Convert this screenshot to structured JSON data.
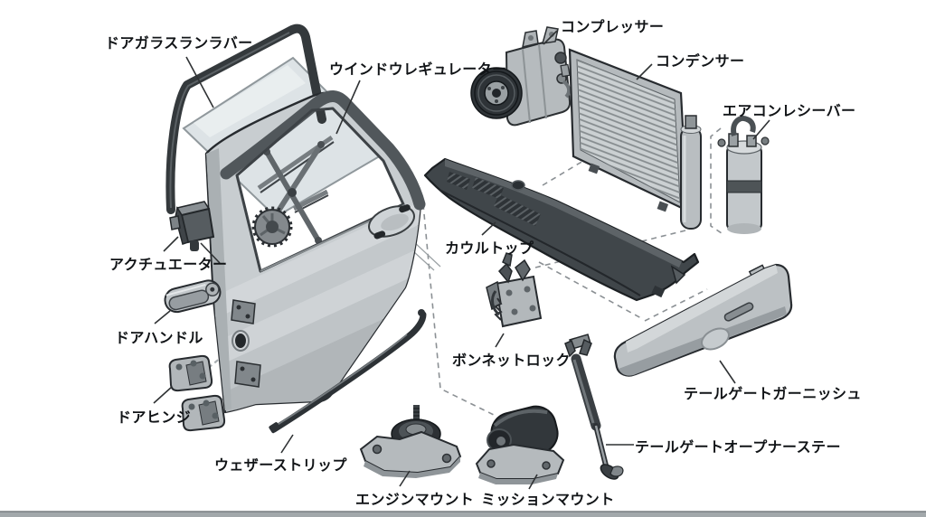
{
  "diagram": {
    "background": "#ffffff",
    "line_color": "#1d2124",
    "palette": {
      "part_light": "#c8cdd0",
      "part_mid": "#9aa0a4",
      "part_dark": "#33383c",
      "rubber_black": "#2d3236",
      "glass": "#dde3e6"
    },
    "labels": [
      {
        "id": "door-glass-run-rubber",
        "text": "ドアガラスランラバー"
      },
      {
        "id": "window-regulator",
        "text": "ウインドウレギュレーター"
      },
      {
        "id": "compressor",
        "text": "コンプレッサー"
      },
      {
        "id": "condenser",
        "text": "コンデンサー"
      },
      {
        "id": "ac-receiver",
        "text": "エアコンレシーバー"
      },
      {
        "id": "cowl-top",
        "text": "カウルトップ"
      },
      {
        "id": "actuator",
        "text": "アクチュエーター"
      },
      {
        "id": "door-handle",
        "text": "ドアハンドル"
      },
      {
        "id": "door-hinge",
        "text": "ドアヒンジ"
      },
      {
        "id": "bonnet-lock",
        "text": "ボンネットロック"
      },
      {
        "id": "tailgate-garnish",
        "text": "テールゲートガーニッシュ"
      },
      {
        "id": "tailgate-opener-stay",
        "text": "テールゲートオープナーステー"
      },
      {
        "id": "weather-strip",
        "text": "ウェザーストリップ"
      },
      {
        "id": "engine-mount",
        "text": "エンジンマウント"
      },
      {
        "id": "mission-mount",
        "text": "ミッションマウント"
      }
    ]
  }
}
